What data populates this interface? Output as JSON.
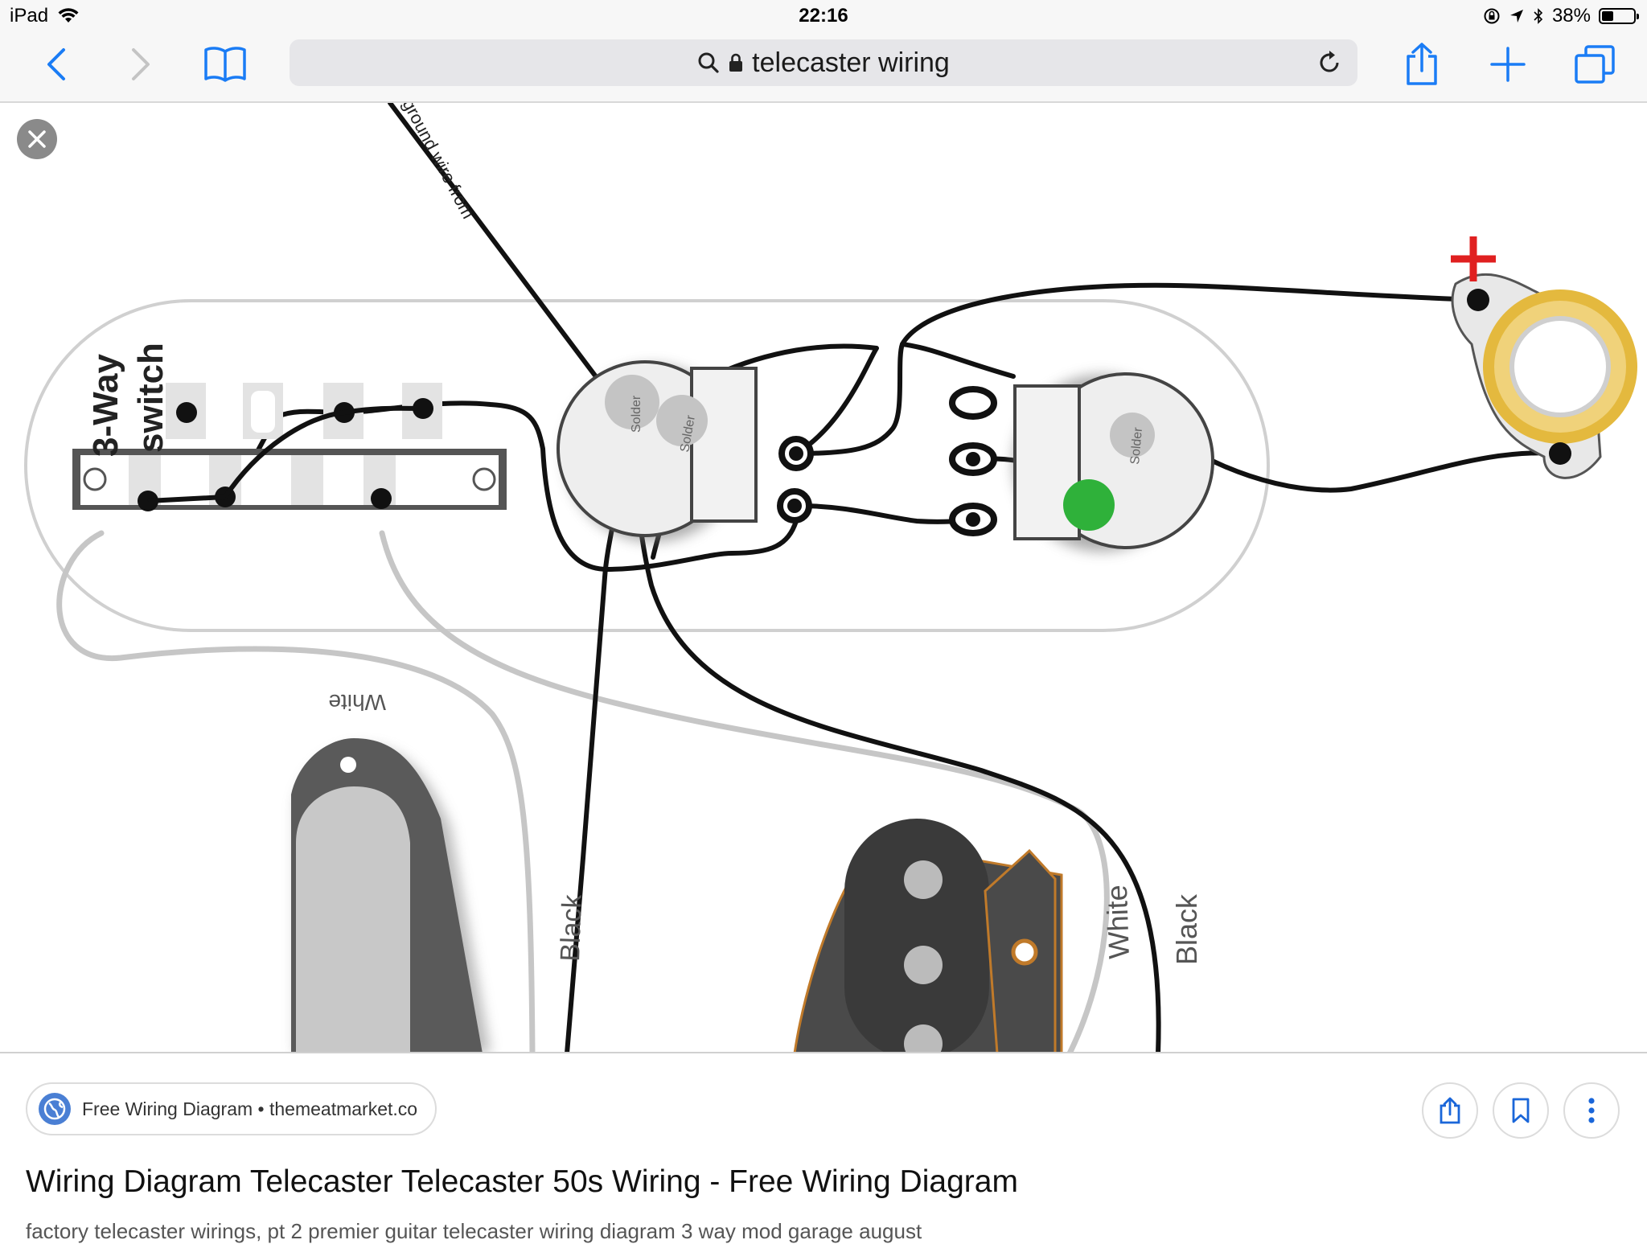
{
  "status_bar": {
    "device": "iPad",
    "time": "22:16",
    "battery_text": "38%",
    "battery_level": 0.38
  },
  "toolbar": {
    "address": "telecaster wiring"
  },
  "diagram": {
    "labels": {
      "switch_line1": "3-Way",
      "switch_line2": "switch",
      "ground_wire": "ground wire from",
      "solder1": "Solder",
      "solder2": "Solder",
      "solder3": "Solder",
      "white_top": "White",
      "black_left": "Black",
      "white_right": "White",
      "black_right": "Black"
    },
    "colors": {
      "wire_black": "#111111",
      "wire_white": "#c4c4c4",
      "jack_ring": "#e4b93e",
      "capacitor": "#2fb13a",
      "plus_mark": "#e02020"
    }
  },
  "result": {
    "source": "Free Wiring Diagram • themeatmarket.co",
    "title": "Wiring Diagram Telecaster Telecaster 50s Wiring - Free Wiring Diagram",
    "description": "factory telecaster wirings, pt 2 premier guitar telecaster wiring diagram 3 way mod garage august"
  }
}
